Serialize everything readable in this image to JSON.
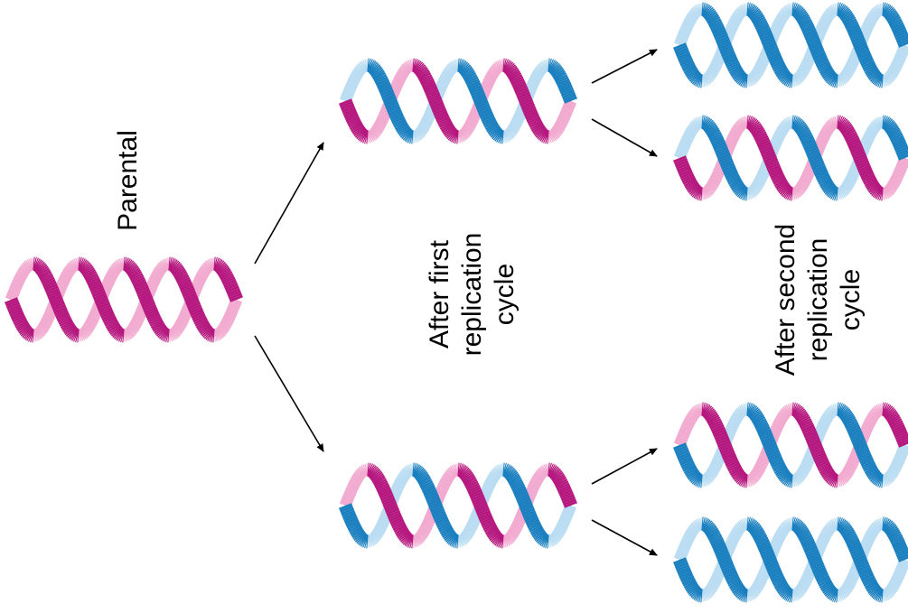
{
  "labels": {
    "parental": "Parental",
    "first_cycle": [
      "After first",
      "replication",
      "cycle"
    ],
    "second_cycle": [
      "After second",
      "replication",
      "cycle"
    ]
  },
  "colors": {
    "old_strand": "#b5177e",
    "old_strand_light": "#f2a9cf",
    "new_strand": "#1a7fbf",
    "new_strand_light": "#b9dcf2",
    "arrow": "#000000"
  },
  "helices": [
    {
      "id": "parental",
      "strands": [
        "old",
        "old"
      ]
    },
    {
      "id": "gen1-top",
      "strands": [
        "old",
        "new"
      ]
    },
    {
      "id": "gen1-bottom",
      "strands": [
        "new",
        "old"
      ]
    },
    {
      "id": "gen2-1",
      "strands": [
        "new",
        "new"
      ]
    },
    {
      "id": "gen2-2",
      "strands": [
        "old",
        "new"
      ]
    },
    {
      "id": "gen2-3",
      "strands": [
        "new",
        "old"
      ]
    },
    {
      "id": "gen2-4",
      "strands": [
        "new",
        "new"
      ]
    }
  ]
}
